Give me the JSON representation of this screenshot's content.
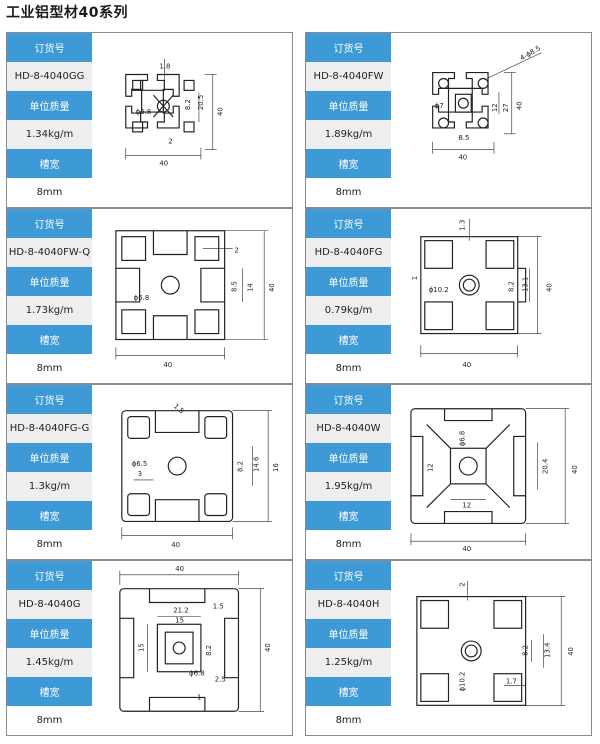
{
  "page": {
    "title": "工业铝型材40系列"
  },
  "labels": {
    "order_no": "订货号",
    "unit_mass": "单位质量",
    "slot_width": "槽宽"
  },
  "products": [
    {
      "code": "HD-8-4040GG",
      "mass": "1.34kg/m",
      "slot": "8mm",
      "dims": [
        "1.8",
        "ϕ6.8",
        "20.5",
        "8.2",
        "40",
        "2",
        "40"
      ]
    },
    {
      "code": "HD-8-4040FW",
      "mass": "1.89kg/m",
      "slot": "8mm",
      "dims": [
        "4-ϕ8.5",
        "ϕ7",
        "12",
        "27",
        "40",
        "8.5",
        "40"
      ]
    },
    {
      "code": "HD-8-4040FW-Q",
      "mass": "1.73kg/m",
      "slot": "8mm",
      "dims": [
        "2",
        "ϕ6.8",
        "8.5",
        "14",
        "40",
        "40"
      ]
    },
    {
      "code": "HD-8-4040FG",
      "mass": "0.79kg/m",
      "slot": "8mm",
      "dims": [
        "1.3",
        "1",
        "ϕ10.2",
        "8.2",
        "13.1",
        "40",
        "40"
      ]
    },
    {
      "code": "HD-8-4040FG-G",
      "mass": "1.3kg/m",
      "slot": "8mm",
      "dims": [
        "1.5",
        "ϕ6.5",
        "8.2",
        "14.6",
        "16",
        "3",
        "40"
      ]
    },
    {
      "code": "HD-8-4040W",
      "mass": "1.95kg/m",
      "slot": "8mm",
      "dims": [
        "ϕ6.8",
        "12",
        "20.4",
        "40",
        "12",
        "40"
      ]
    },
    {
      "code": "HD-8-4040G",
      "mass": "1.45kg/m",
      "slot": "8mm",
      "dims": [
        "40",
        "21.2",
        "15",
        "1.5",
        "15",
        "ϕ6.8",
        "8.2",
        "40",
        "2.5",
        "1"
      ]
    },
    {
      "code": "HD-8-4040H",
      "mass": "1.25kg/m",
      "slot": "8mm",
      "dims": [
        "2",
        "8.2",
        "13.4",
        "40",
        "ϕ10.2",
        "1.7"
      ]
    }
  ]
}
